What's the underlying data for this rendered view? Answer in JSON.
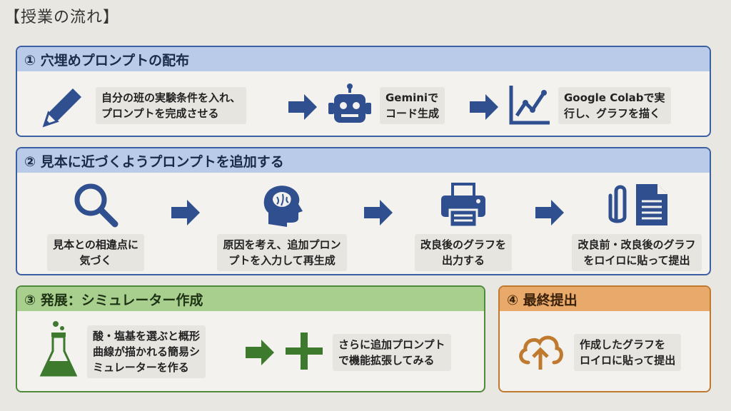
{
  "header": "【授業の流れ】",
  "colors": {
    "blue": "#3d5fa3",
    "green": "#4f8a3a",
    "orange": "#c07a30",
    "icon_blue": "#2f4f8f",
    "icon_green": "#3d7a2e"
  },
  "sec1": {
    "title": "① 穴埋めプロンプトの配布",
    "step1_icon": "pencil-icon",
    "step1": "自分の班の実験条件を入れ、\nプロンプトを完成させる",
    "step2_icon": "robot-icon",
    "step2": "Geminiで\nコード生成",
    "step3_icon": "line-chart-icon",
    "step3": "Google Colabで実\n行し、グラフを描く"
  },
  "sec2": {
    "title": "② 見本に近づくようプロンプトを追加する",
    "step1_icon": "magnifier-icon",
    "step1": "見本との相違点に\n気づく",
    "step2_icon": "brain-head-icon",
    "step2": "原因を考え、追加プロン\nプトを入力して再生成",
    "step3_icon": "printer-icon",
    "step3": "改良後のグラフを\n出力する",
    "step4_icon": "paperclip-document-icon",
    "step4": "改良前・改良後のグラフ\nをロイロに貼って提出"
  },
  "sec3": {
    "title": "③ 発展：シミュレーター作成",
    "step1_icon": "flask-icon",
    "step1": "酸・塩基を選ぶと概形\n曲線が描かれる簡易シ\nミュレーターを作る",
    "step2_icon": "plus-icon",
    "step2": "さらに追加プロンプト\nで機能拡張してみる"
  },
  "sec4": {
    "title": "④ 最終提出",
    "step1_icon": "cloud-upload-icon",
    "step1": "作成したグラフを\nロイロに貼って提出"
  }
}
